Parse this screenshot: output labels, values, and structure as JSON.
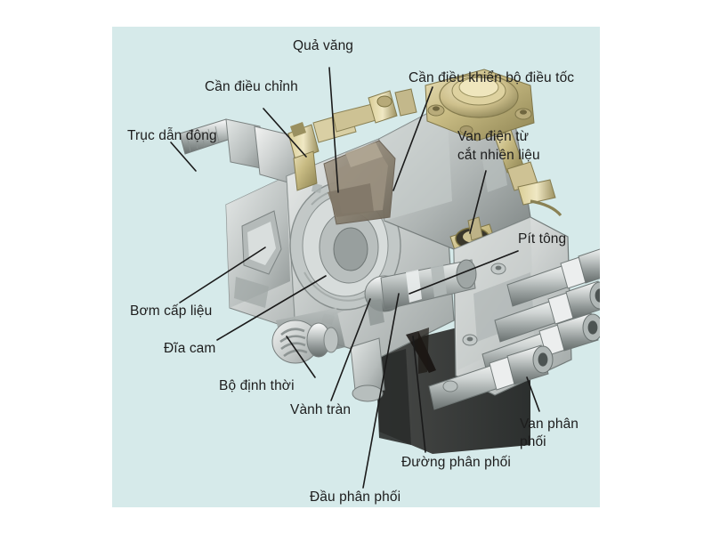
{
  "figure": {
    "subject": "VE-type rotary diesel fuel injection pump cutaway",
    "background_color": "#d6eaea",
    "canvas_color": "#ffffff",
    "label_color": "#1d1d1d",
    "leader_color": "#1a1a1a"
  },
  "labels": [
    {
      "id": "qua-vang",
      "text": "Quả văng"
    },
    {
      "id": "can-dieu-chinh",
      "text": "Cần điều chỉnh"
    },
    {
      "id": "can-dieu-khien",
      "text": "Cần điều khiển bộ điều tốc"
    },
    {
      "id": "truc-dan-dong",
      "text": "Trục dẫn động"
    },
    {
      "id": "van-dien-tu-1",
      "text": "Van điện từ"
    },
    {
      "id": "van-dien-tu-2",
      "text": "cắt nhiên liệu"
    },
    {
      "id": "pit-tong",
      "text": "Pít tông"
    },
    {
      "id": "bom-cap-lieu",
      "text": "Bơm cấp liệu"
    },
    {
      "id": "dia-cam",
      "text": "Đĩa cam"
    },
    {
      "id": "bo-dinh-thoi",
      "text": "Bộ định thời"
    },
    {
      "id": "vanh-tran",
      "text": "Vành tràn"
    },
    {
      "id": "van-phan-phoi-1",
      "text": "Van phân"
    },
    {
      "id": "van-phan-phoi-2",
      "text": "phối"
    },
    {
      "id": "duong-phan-phoi",
      "text": "Đường phân phối"
    },
    {
      "id": "dau-phan-phoi",
      "text": "Đầu phân phối"
    }
  ],
  "label_text": {
    "qua_vang": "Quả văng",
    "can_dieu_chinh": "Cần điều chỉnh",
    "can_dieu_khien_bo_dieu_toc": "Cần điều khiển bộ điều tốc",
    "truc_dan_dong": "Trục dẫn động",
    "van_dien_tu_line1": "Van điện từ",
    "van_dien_tu_line2": "cắt nhiên liệu",
    "pit_tong": "Pít tông",
    "bom_cap_lieu": "Bơm cấp liệu",
    "dia_cam": "Đĩa cam",
    "bo_dinh_thoi": "Bộ định thời",
    "vanh_tran": "Vành tràn",
    "van_phan_phoi_line1": "Van phân",
    "van_phan_phoi_line2": "phối",
    "duong_phan_phoi": "Đường phân phối",
    "dau_phan_phoi": "Đầu phân phối"
  }
}
